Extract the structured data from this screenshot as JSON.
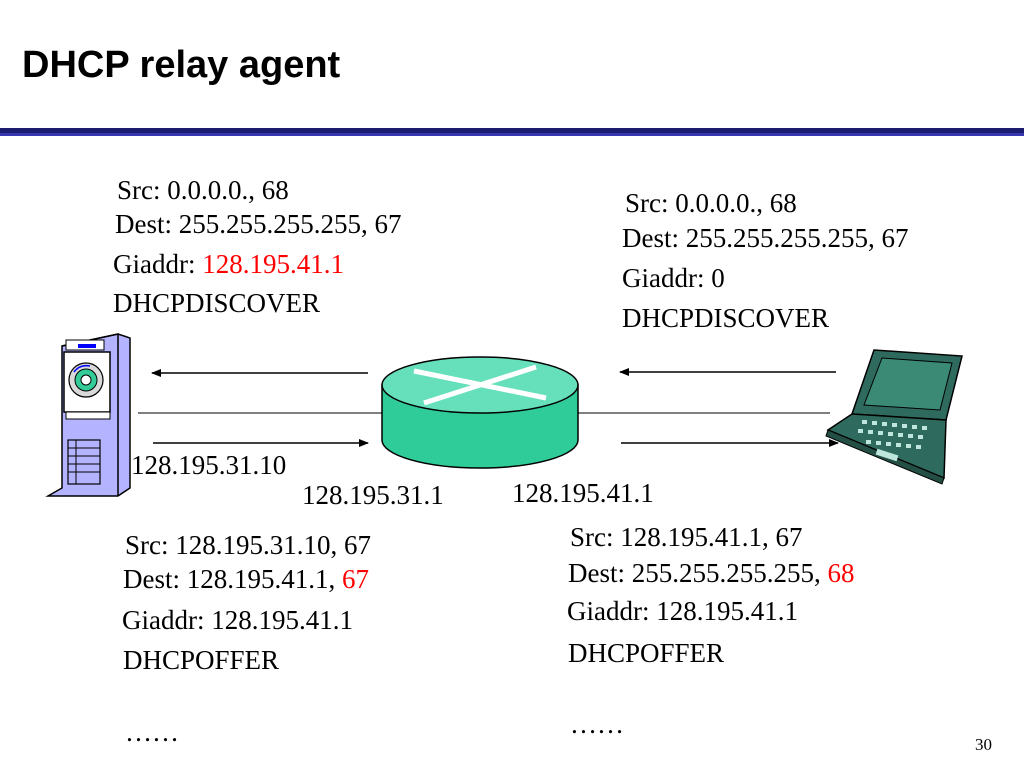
{
  "slide": {
    "title": "DHCP relay agent",
    "page_number": "30"
  },
  "colors": {
    "title_rule_dark": "#1c1c6e",
    "title_rule_light": "#3636b0",
    "router_fill": "#2fcc99",
    "router_top": "#66e0bb",
    "device_fill": "#b3b3ff",
    "laptop_fill": "#2e6b5e",
    "highlight": "#ff0000"
  },
  "icons": {
    "server": "server-icon",
    "router": "router-icon",
    "laptop": "laptop-icon"
  },
  "addresses": {
    "server_ip": "128.195.31.10",
    "router_left_ip": "128.195.31.1",
    "router_right_ip": "128.195.41.1"
  },
  "messages": {
    "relayed_discover": {
      "src": "Src: 0.0.0.0., 68",
      "dest": "Dest: 255.255.255.255, 67",
      "giaddr_label": "Giaddr: ",
      "giaddr_value": "128.195.41.1",
      "type": "DHCPDISCOVER"
    },
    "client_discover": {
      "src": "Src: 0.0.0.0., 68",
      "dest": "Dest: 255.255.255.255, 67",
      "giaddr": "Giaddr: 0",
      "type": "DHCPDISCOVER"
    },
    "server_offer": {
      "src": "Src: 128.195.31.10, 67",
      "dest_label": "Dest: 128.195.41.1, ",
      "dest_port": "67",
      "giaddr": "Giaddr: 128.195.41.1",
      "type": "DHCPOFFER",
      "ellipsis": "……"
    },
    "relayed_offer": {
      "src": "Src: 128.195.41.1, 67",
      "dest_label": "Dest: 255.255.255.255, ",
      "dest_port": "68",
      "giaddr": "Giaddr: 128.195.41.1",
      "type": "DHCPOFFER",
      "ellipsis": "……"
    }
  }
}
